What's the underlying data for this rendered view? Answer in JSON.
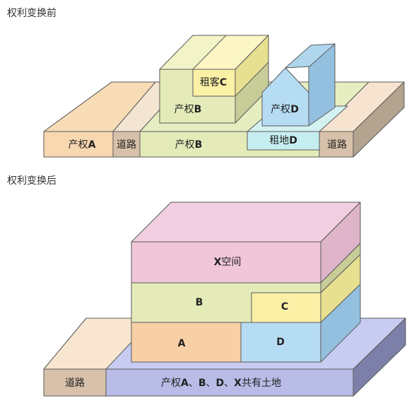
{
  "before": {
    "caption": "权利变换前",
    "labels": {
      "prop_a": [
        "产权",
        "A"
      ],
      "road_left": "道路",
      "prop_b_ground": [
        "产权",
        "B"
      ],
      "lease_d": [
        "租地",
        "D"
      ],
      "road_right": "道路",
      "prop_b_building": [
        "产权",
        "B"
      ],
      "tenant_c": [
        "租客",
        "C"
      ],
      "prop_d_house": [
        "产权",
        "D"
      ]
    }
  },
  "after": {
    "caption": "权利变换后",
    "labels": {
      "x_space": [
        "X",
        "空间"
      ],
      "b": "B",
      "c": "C",
      "a": "A",
      "d": "D",
      "road": "道路",
      "shared_land": [
        "产权",
        "A",
        "、",
        "B",
        "、",
        "D",
        "、",
        "X",
        "共有土地"
      ]
    }
  },
  "colors": {
    "peach": "#f8d8b0",
    "road": "#d7c1aa",
    "green": "#e4ebb8",
    "yellow": "#faf0a6",
    "cyan": "#c6eef0",
    "blue": "#b6dcf3",
    "pink": "#f0c6d8",
    "lavender": "#b8bce6"
  }
}
